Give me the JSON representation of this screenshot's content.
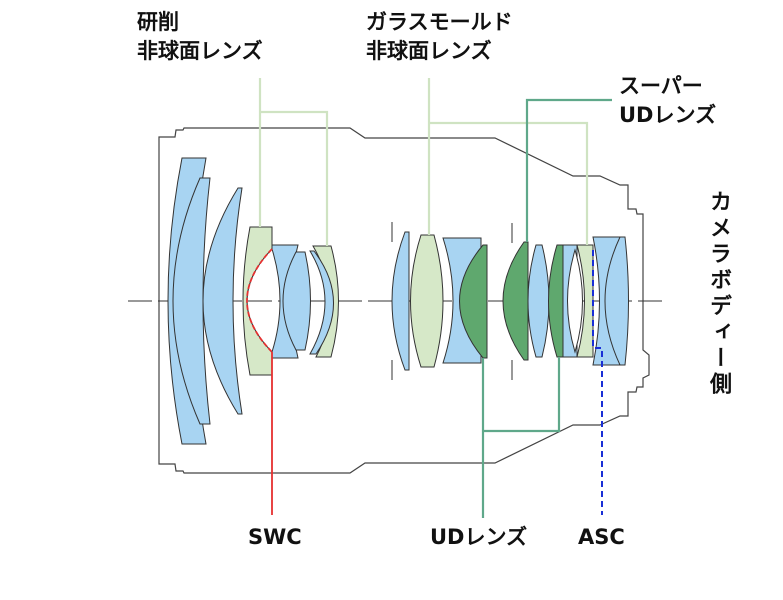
{
  "labels": {
    "ground_aspherical": {
      "line1": "研削",
      "line2": "非球面レンズ"
    },
    "glass_mold_aspherical": {
      "line1": "ガラスモールド",
      "line2": "非球面レンズ"
    },
    "super_ud": {
      "line1": "スーパー",
      "line2": "UDレンズ"
    },
    "camera_body_side": "カメラボディー側",
    "swc": "SWC",
    "ud_lens": "UDレンズ",
    "asc": "ASC"
  },
  "colors": {
    "blue_lens": "#a8d4f2",
    "pale_green_lens": "#d6e8c8",
    "dark_green_lens": "#5fa86e",
    "outline": "#444444",
    "pale_leader": "#cfe3c2",
    "teal_leader": "#5fa88a",
    "swc_red": "#e53030",
    "asc_blue": "#1a2fd6"
  }
}
